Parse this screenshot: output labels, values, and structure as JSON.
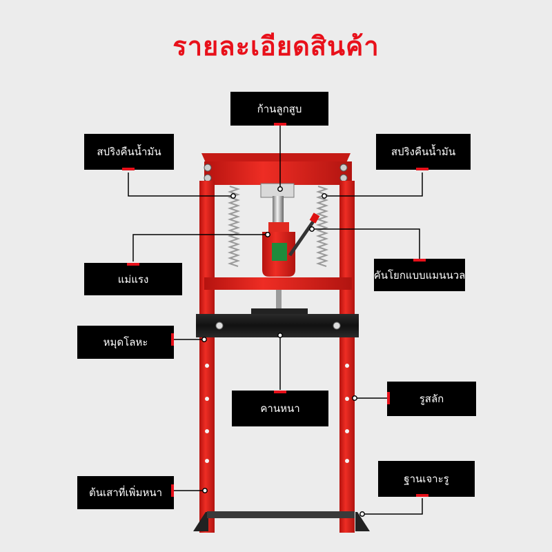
{
  "title": "รายละเอียดสินค้า",
  "labels": {
    "piston_rod": "ก้านลูกสูบ",
    "spring_left": "สปริงคืนน้ำมัน",
    "spring_right": "สปริงคืนน้ำมัน",
    "jack": "แม่แรง",
    "handle": "คันโยกแบบแมนนวล",
    "metal_pin": "หมุดโลหะ",
    "beam": "คานหนา",
    "pin_hole": "รูสลัก",
    "column": "ต้นเสาที่เพิ่มหนา",
    "base": "ฐานเจาะรู"
  },
  "colors": {
    "accent": "#e8101a",
    "label_bg": "#000000",
    "label_text": "#ffffff",
    "frame": "#e42621",
    "background": "#ececec"
  },
  "icons": [
    "hydraulic-press-illustration"
  ]
}
